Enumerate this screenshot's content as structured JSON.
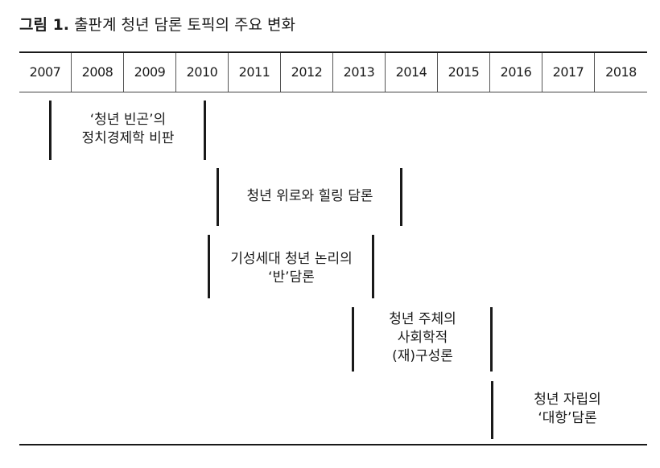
{
  "title": {
    "number": "그림 1.",
    "text": "출판계 청년 담론 토픽의 주요 변화"
  },
  "years": [
    "2007",
    "2008",
    "2009",
    "2010",
    "2011",
    "2012",
    "2013",
    "2014",
    "2015",
    "2016",
    "2017",
    "2018"
  ],
  "topics": [
    {
      "label": "‘청년 빈곤’의\n정치경제학 비판"
    },
    {
      "label": "청년 위로와 힐링 담론"
    },
    {
      "label": "기성세대 청년 논리의\n‘반’담론"
    },
    {
      "label": "청년 주체의\n사회학적\n(재)구성론"
    },
    {
      "label": "청년 자립의\n‘대항’담론"
    }
  ]
}
